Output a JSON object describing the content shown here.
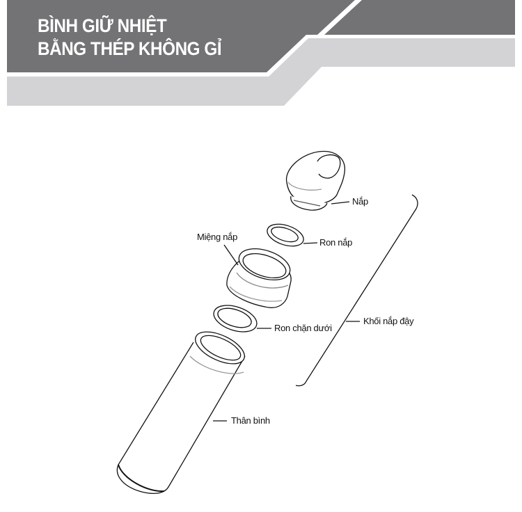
{
  "header": {
    "title_line1": "BÌNH GIỮ NHIỆT",
    "title_line2": "BẰNG THÉP KHÔNG GỈ",
    "colors": {
      "dark_band": "#737376",
      "light_band": "#d3d3d5",
      "text": "#ffffff"
    }
  },
  "diagram": {
    "labels": {
      "lid": "Nắp",
      "lid_gasket": "Ron nắp",
      "lid_mouth": "Miệng nắp",
      "lower_gasket": "Ron chặn dưới",
      "lid_assembly": "Khối nắp đậy",
      "body": "Thân bình"
    }
  }
}
